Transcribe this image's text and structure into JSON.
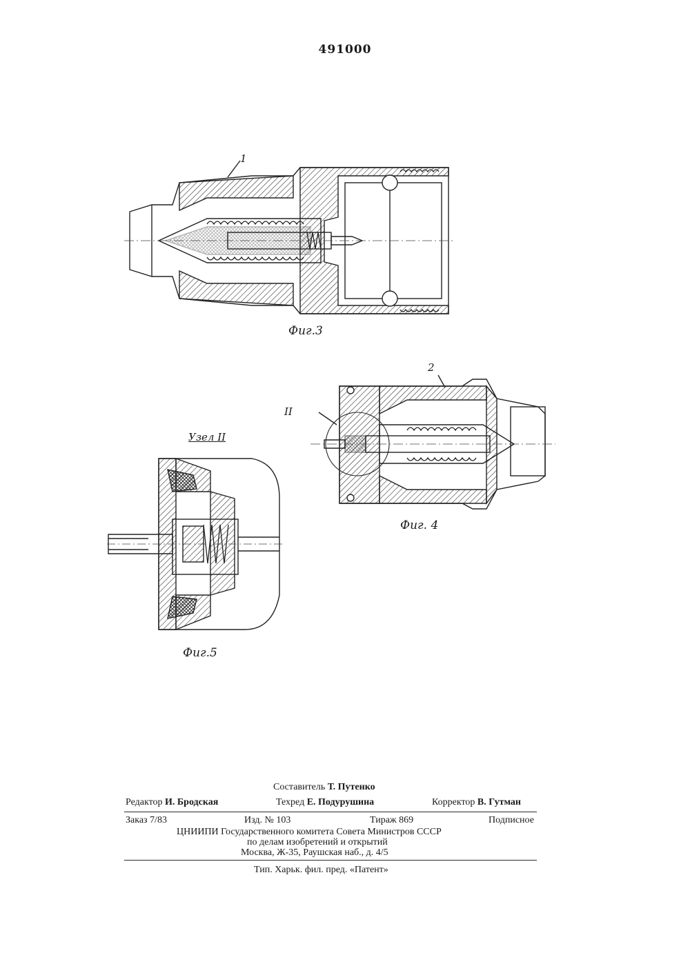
{
  "header": {
    "patent_number": "491000"
  },
  "figures": {
    "fig3": {
      "caption": "Фиг.3",
      "label": "1"
    },
    "fig4": {
      "caption": "Фиг. 4",
      "label": "2",
      "callout": "II"
    },
    "fig5": {
      "caption": "Фиг.5",
      "title": "Узел II"
    }
  },
  "imprint": {
    "compiler_role": "Составитель",
    "compiler_name": "Т. Путенко",
    "editor_role": "Редактор",
    "editor_name": "И. Бродская",
    "techred_role": "Техред",
    "techred_name": "Е. Подурушина",
    "corrector_role": "Корректор",
    "corrector_name": "В. Гутман",
    "order": "Заказ 7/83",
    "edition": "Изд. № 103",
    "circulation": "Тираж 869",
    "subscription": "Подписное",
    "org_line1": "ЦНИИПИ Государственного комитета Совета Министров СССР",
    "org_line2": "по делам изобретений и открытий",
    "org_address": "Москва, Ж-35, Раушская наб., д. 4/5",
    "printer": "Тип. Харьк. фил. пред. «Патент»"
  }
}
